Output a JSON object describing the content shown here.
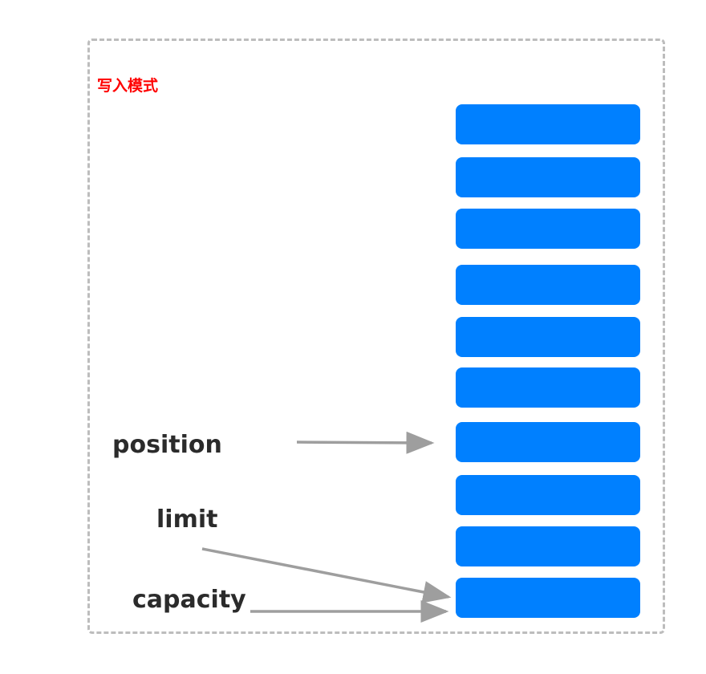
{
  "diagram": {
    "title": "写入模式",
    "title_color": "#ff0000",
    "slot_color": "#0080ff",
    "slot_count": 10,
    "arrow_color": "#9e9e9e",
    "label_color": "#2b2b2b",
    "labels": {
      "position": "position",
      "limit": "limit",
      "capacity": "capacity"
    }
  }
}
